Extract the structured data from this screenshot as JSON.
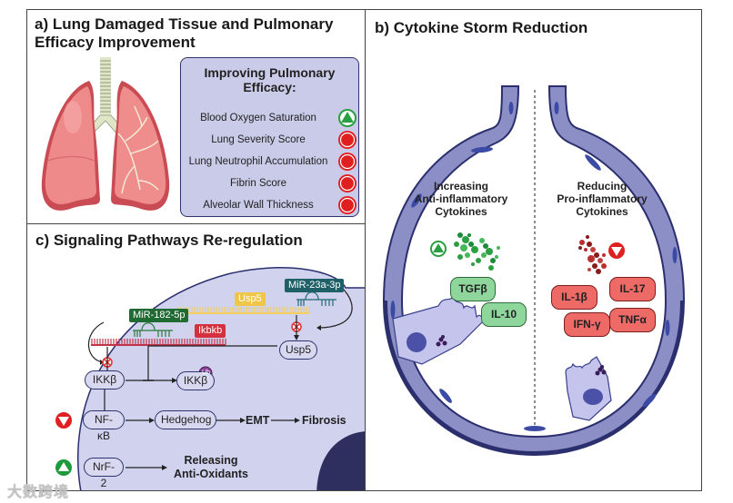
{
  "panel_a": {
    "title": "a) Lung Damaged Tissue and Pulmonary Efficacy Improvement",
    "efficacy_box": {
      "title": "Improving Pulmonary Efficacy:",
      "items": [
        {
          "label": "Blood Oxygen Saturation",
          "direction": "up",
          "icon": "up-triangle-icon",
          "color": "#2aa042"
        },
        {
          "label": "Lung Severity Score",
          "direction": "down",
          "icon": "down-triangle-icon",
          "color": "#e02020"
        },
        {
          "label": "Lung Neutrophil Accumulation",
          "direction": "down",
          "icon": "down-triangle-icon",
          "color": "#e02020"
        },
        {
          "label": "Fibrin Score",
          "direction": "down",
          "icon": "down-triangle-icon",
          "color": "#e02020"
        },
        {
          "label": "Alveolar Wall Thickness",
          "direction": "down",
          "icon": "down-triangle-icon",
          "color": "#e02020"
        }
      ]
    }
  },
  "panel_b": {
    "title": "b) Cytokine Storm Reduction",
    "left_label": "Increasing Anti-inflammatory Cytokines",
    "left_label_lines": [
      "Increasing",
      "Anti-inflammatory",
      "Cytokines"
    ],
    "right_label_lines": [
      "Reducing",
      "Pro-inflammatory",
      "Cytokines"
    ],
    "anti_inflammatory": [
      "TGFβ",
      "IL-10"
    ],
    "pro_inflammatory": [
      "IL-1β",
      "IL-17",
      "IFN-γ",
      "TNFα"
    ],
    "colors": {
      "up": "#2aa042",
      "down": "#e02020",
      "anti": "#8fd69c",
      "pro": "#ee6a66"
    }
  },
  "panel_c": {
    "title": "c) Signaling Pathways Re-regulation",
    "mirnas": [
      "MiR-182-5p",
      "MiR-23a-3p"
    ],
    "mrnas": [
      "Ikbkb",
      "Usp5"
    ],
    "nodes": {
      "usp5": "Usp5",
      "ikkb": "IKKβ",
      "ikkb_ub": "IKKβ",
      "ub": "Ub",
      "nfkb": "NF-κB",
      "hedgehog": "Hedgehog",
      "nrf2": "NrF-2"
    },
    "outcomes": {
      "emt": "EMT",
      "fibrosis": "Fibrosis",
      "antioxidants_lines": [
        "Releasing",
        "Anti-Oxidants"
      ]
    }
  },
  "watermark": "大数跨境"
}
